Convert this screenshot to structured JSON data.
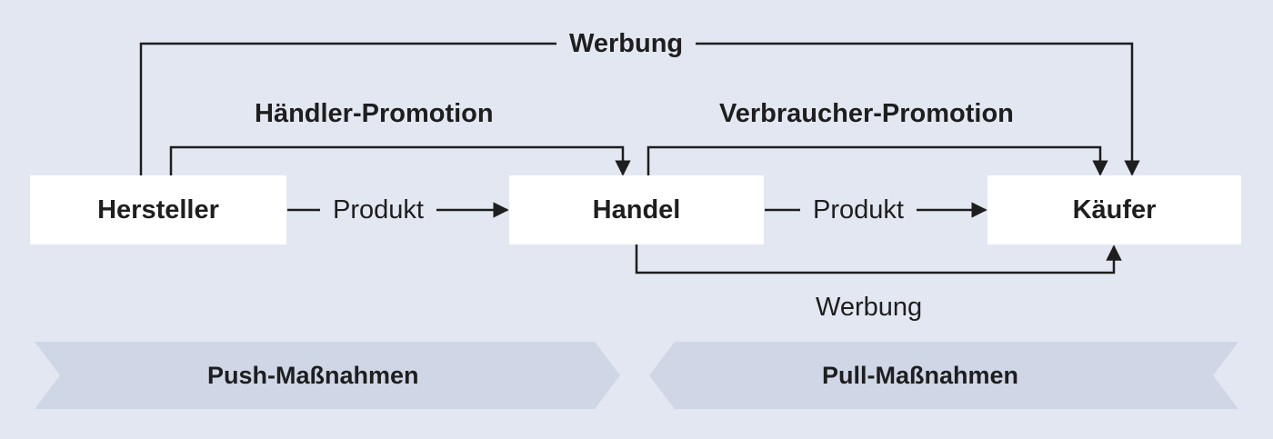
{
  "nodes": {
    "hersteller": "Hersteller",
    "handel": "Handel",
    "kaeufer": "Käufer"
  },
  "edges": {
    "werbung_top": "Werbung",
    "haendler_promotion": "Händler-Promotion",
    "verbraucher_promotion": "Verbraucher-Promotion",
    "produkt_1": "Produkt",
    "produkt_2": "Produkt",
    "werbung_bottom": "Werbung"
  },
  "bands": {
    "push": "Push-Maßnahmen",
    "pull": "Pull-Maßnahmen"
  },
  "colors": {
    "background": "#e3e7f1",
    "band": "#cfd6e6",
    "box": "#ffffff",
    "line": "#1e1e1e"
  }
}
